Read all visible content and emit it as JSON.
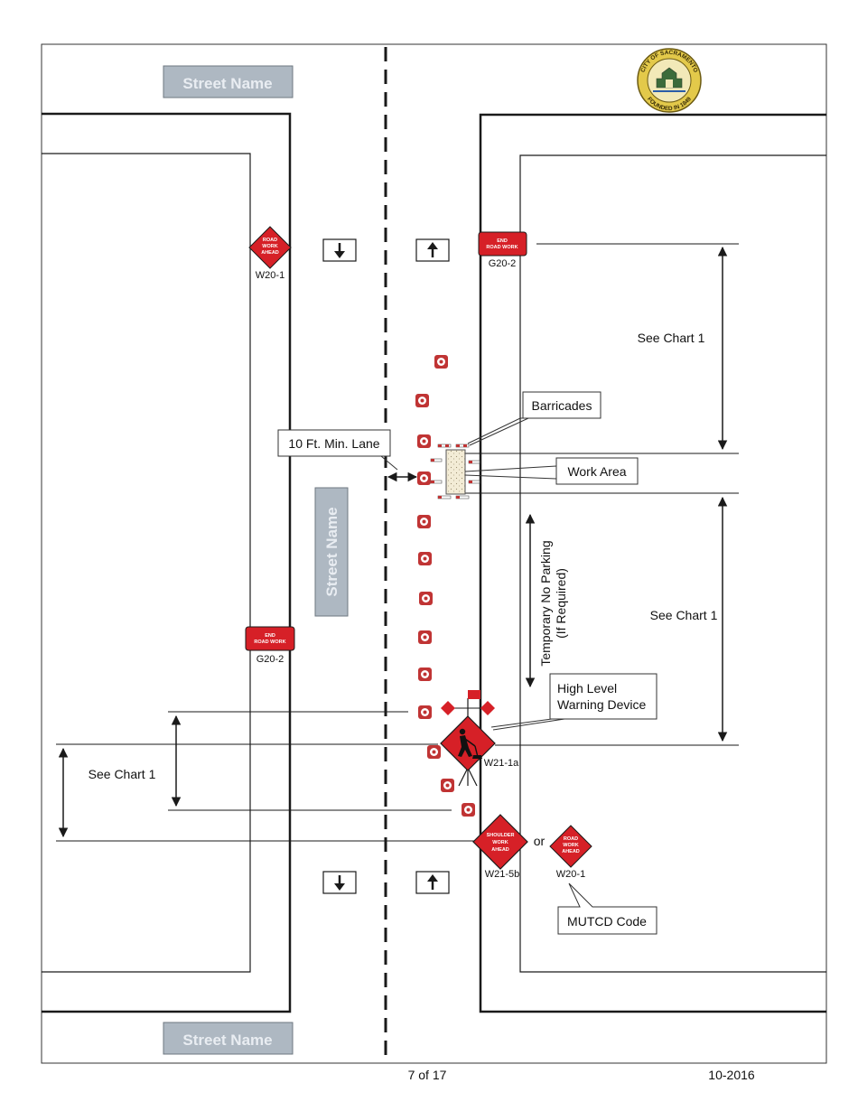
{
  "street_names": {
    "top": "Street Name",
    "middle": "Street Name",
    "bottom": "Street Name"
  },
  "seal": {
    "text_top": "CITY OF SACRAMENTO",
    "text_bottom": "FOUNDED IN 1849"
  },
  "signs": {
    "road_work_ahead": {
      "text": [
        "ROAD",
        "WORK",
        "AHEAD"
      ],
      "code": "W20-1"
    },
    "end_road_work_top": {
      "text": [
        "END",
        "ROAD WORK"
      ],
      "code": "G20-2"
    },
    "end_road_work_left": {
      "text": [
        "END",
        "ROAD WORK"
      ],
      "code": "G20-2"
    },
    "worker_sign": {
      "code": "W21-1a"
    },
    "shoulder_work_ahead": {
      "text": [
        "SHOULDER",
        "WORK",
        "AHEAD"
      ],
      "code": "W21-5b"
    },
    "road_work_ahead_alt": {
      "text": [
        "ROAD",
        "WORK",
        "AHEAD"
      ],
      "code": "W20-1"
    },
    "or_label": "or"
  },
  "callouts": {
    "barricades": "Barricades",
    "work_area": "Work Area",
    "min_lane": "10 Ft. Min. Lane",
    "high_level": [
      "High Level",
      "Warning Device"
    ],
    "mutcd": "MUTCD Code",
    "no_parking": [
      "Temporary No Parking",
      "(If Required)"
    ]
  },
  "dimensions": {
    "see_chart_upper": "See Chart 1",
    "see_chart_lower": "See Chart 1",
    "see_chart_left": "See Chart 1"
  },
  "footer": {
    "page": "7 of 17",
    "date": "10-2016"
  },
  "colors": {
    "sign_red": "#d62027",
    "street_label_bg": "#aeb8c2",
    "line": "#1a1a1a"
  }
}
